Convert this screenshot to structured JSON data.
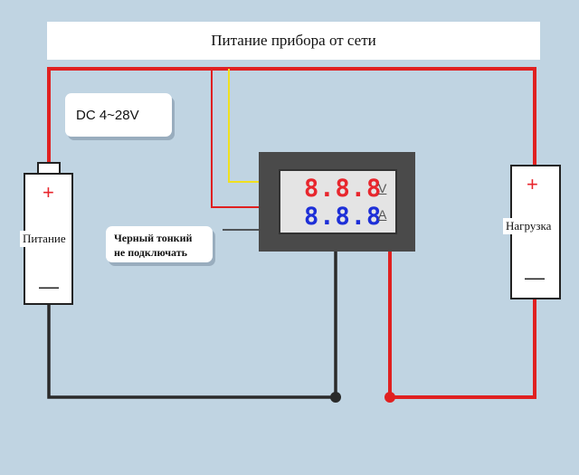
{
  "title": "Питание прибора от сети",
  "callouts": {
    "dc_range": "DC 4~28V",
    "black_wire_line1": "Черный тонкий",
    "black_wire_line2": "не подключать"
  },
  "labels": {
    "power_source": "Питание",
    "load": "Нагрузка",
    "plus": "+",
    "minus": "—"
  },
  "meter": {
    "voltage_display": "8.8.8",
    "current_display": "8.8.8",
    "voltage_unit": "V",
    "current_unit": "A"
  },
  "colors": {
    "background": "#c0d4e2",
    "wire_red": "#e02020",
    "wire_black": "#2a2a2a",
    "wire_yellow": "#f0e020",
    "voltage_digits": "#e8262d",
    "current_digits": "#1d2fd8",
    "meter_frame": "#4a4a4a",
    "meter_screen": "#e4e4e4"
  }
}
